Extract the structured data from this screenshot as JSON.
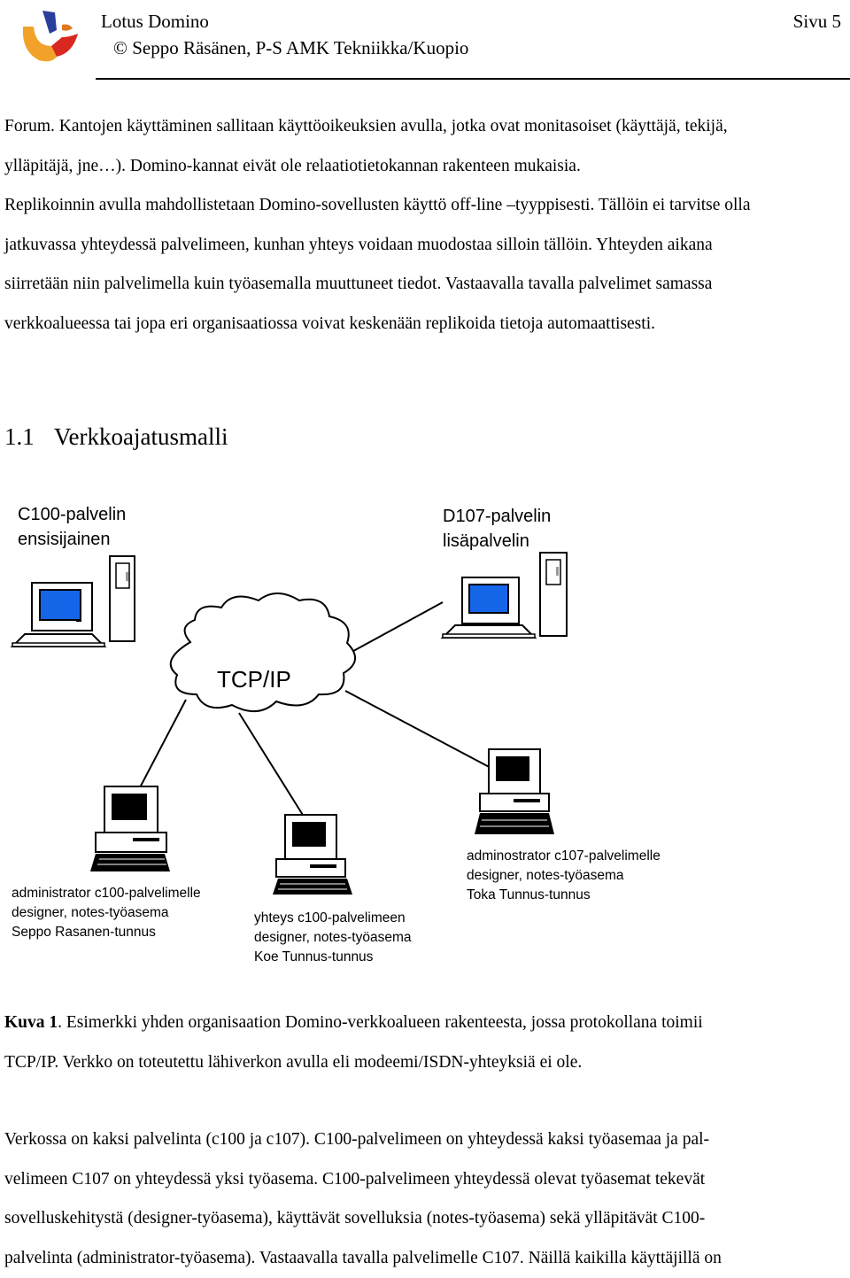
{
  "header": {
    "title": "Lotus Domino",
    "copyright": "©  Seppo Räsänen, P-S AMK Tekniikka/Kuopio",
    "page": "Sivu 5"
  },
  "intro": [
    "Forum. Kantojen käyttäminen sallitaan käyttöoikeuksien avulla, jotka ovat monitasoiset (käyttäjä, tekijä,",
    "ylläpitäjä, jne…). Domino-kannat eivät ole relaatiotietokannan rakenteen mukaisia.",
    "Replikoinnin avulla mahdollistetaan Domino-sovellusten käyttö off-line –tyyppisesti. Tällöin ei tarvitse olla",
    "jatkuvassa yhteydessä palvelimeen, kunhan yhteys voidaan muodostaa silloin tällöin. Yhteyden aikana",
    "siirretään niin palvelimella kuin työasemalla muuttuneet tiedot. Vastaavalla tavalla palvelimet samassa",
    "verkkoalueessa tai jopa eri organisaatiossa voivat keskenään replikoida tietoja automaattisesti."
  ],
  "section": {
    "number": "1.1",
    "title": "Verkkoajatusmalli"
  },
  "diagram": {
    "network_label": "TCP/IP",
    "server_left": {
      "line1": "C100-palvelin",
      "line2": "ensisijainen"
    },
    "server_right": {
      "line1": "D107-palvelin",
      "line2": "lisäpalvelin"
    },
    "workstations": [
      {
        "line1": "administrator c100-palvelimelle",
        "line2": "designer, notes-työasema",
        "line3": "Seppo Rasanen-tunnus"
      },
      {
        "line1": "yhteys c100-palvelimeen",
        "line2": "designer, notes-työasema",
        "line3": "Koe Tunnus-tunnus"
      },
      {
        "line1": "adminostrator c107-palvelimelle",
        "line2": "designer, notes-työasema",
        "line3": "Toka Tunnus-tunnus"
      }
    ]
  },
  "caption": {
    "label": "Kuva 1",
    "line1_rest": ". Esimerkki yhden organisaation Domino-verkkoalueen rakenteesta, jossa protokollana toimii",
    "line2": "TCP/IP. Verkko on toteutettu lähiverkon avulla eli modeemi/ISDN-yhteyksiä ei ole."
  },
  "body": [
    "Verkossa on kaksi palvelinta (c100 ja c107). C100-palvelimeen on yhteydessä kaksi työasemaa ja pal-",
    "velimeen C107 on yhteydessä yksi työasema. C100-palvelimeen yhteydessä olevat työasemat tekevät",
    "sovelluskehitystä (designer-työasema), käyttävät sovelluksia (notes-työasema) sekä ylläpitävät C100-",
    "palvelinta (administrator-työasema). Vastaavalla tavalla palvelimelle C107. Näillä kaikilla käyttäjillä on"
  ],
  "colors": {
    "screen_blue": "#1565e8",
    "logo_red": "#d8281f",
    "logo_orange": "#f2a22a",
    "logo_blue": "#2a3f9a"
  }
}
